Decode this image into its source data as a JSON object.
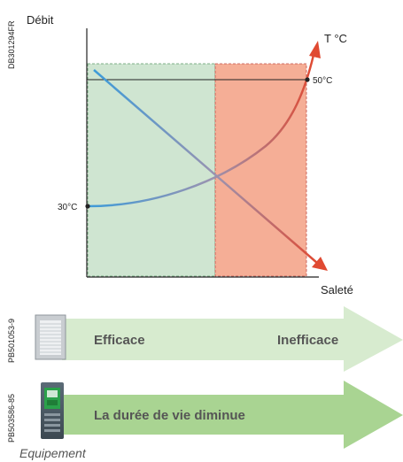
{
  "doc_refs": {
    "main": "DB301294FR",
    "filter": "PB501053-9",
    "drive": "PB503586-85"
  },
  "axis": {
    "y_label": "Débit",
    "x_label": "Saleté"
  },
  "curves": {
    "temp_label": "T °C",
    "temp_low": "30°C",
    "temp_high": "50°C"
  },
  "arrows": {
    "top_left": "Efficace",
    "top_right": "Inefficace",
    "bottom": "La durée de vie diminue"
  },
  "footer": "Equipement",
  "colors": {
    "zone_good": "#cfe5d1",
    "zone_bad": "#f5ae96",
    "flow_line": "#3d9bd9",
    "temp_line": "#e04a32",
    "arrow_top": "#d7ebcf",
    "arrow_bottom": "#a9d492"
  }
}
